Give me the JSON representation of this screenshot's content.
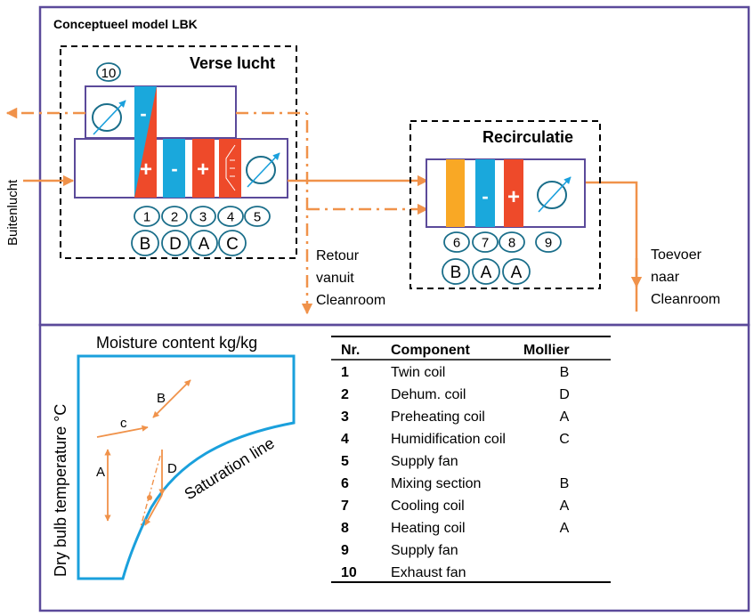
{
  "title": "Conceptueel model LBK",
  "fresh_air_section": {
    "title": "Verse lucht",
    "exhaust_fan_number": "10",
    "component_numbers": [
      "1",
      "2",
      "3",
      "4",
      "5"
    ],
    "mollier_letters": [
      "B",
      "D",
      "A",
      "C"
    ],
    "coil_symbols": {
      "twin_top": "-",
      "twin_bottom": "+",
      "dehum": "-",
      "preheat": "+"
    }
  },
  "recirculation_section": {
    "title": "Recirculatie",
    "component_numbers": [
      "6",
      "7",
      "8",
      "9"
    ],
    "mollier_letters": [
      "B",
      "A",
      "A"
    ],
    "coil_symbols": {
      "cooling": "-",
      "heating": "+"
    }
  },
  "labels": {
    "outside_air": "Buitenlucht",
    "return_line1": "Retour",
    "return_line2": "vanuit",
    "return_line3": "Cleanroom",
    "supply_line1": "Toevoer",
    "supply_line2": "naar",
    "supply_line3": "Cleanroom"
  },
  "mollier": {
    "x_axis": "Moisture content kg/kg",
    "y_axis": "Dry bulb temperature °C",
    "saturation": "Saturation line",
    "process_labels": {
      "A": "A",
      "B": "B",
      "C": "c",
      "D": "D"
    }
  },
  "table": {
    "headers": [
      "Nr.",
      "Component",
      "Mollier"
    ],
    "rows": [
      {
        "nr": "1",
        "component": "Twin coil",
        "mollier": "B"
      },
      {
        "nr": "2",
        "component": "Dehum. coil",
        "mollier": "D"
      },
      {
        "nr": "3",
        "component": "Preheating coil",
        "mollier": "A"
      },
      {
        "nr": "4",
        "component": "Humidification coil",
        "mollier": "C"
      },
      {
        "nr": "5",
        "component": "Supply fan",
        "mollier": ""
      },
      {
        "nr": "6",
        "component": "Mixing section",
        "mollier": "B"
      },
      {
        "nr": "7",
        "component": "Cooling coil",
        "mollier": "A"
      },
      {
        "nr": "8",
        "component": "Heating coil",
        "mollier": "A"
      },
      {
        "nr": "9",
        "component": "Supply fan",
        "mollier": ""
      },
      {
        "nr": "10",
        "component": "Exhaust fan",
        "mollier": ""
      }
    ]
  },
  "colors": {
    "frame": "#5b4a9a",
    "flow": "#f0924a",
    "cold": "#1aa8dc",
    "hot": "#ee4a2a",
    "mixing": "#f9a825",
    "circle": "#1a6e8a",
    "saturation": "#1aa0dc"
  }
}
